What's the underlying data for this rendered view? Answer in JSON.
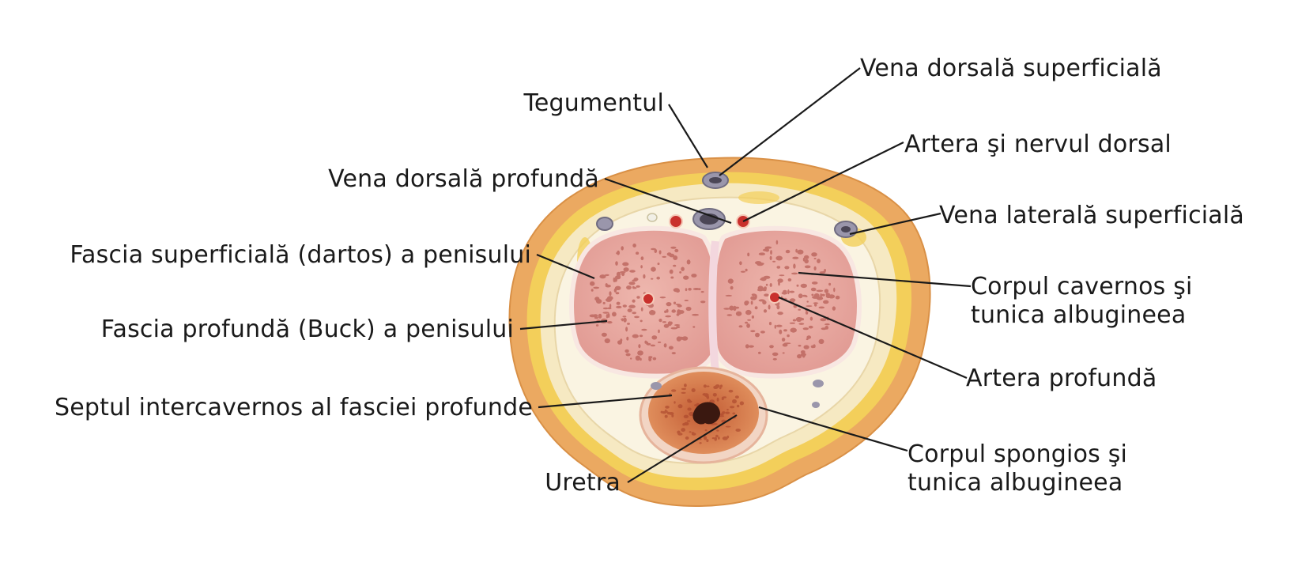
{
  "labels": {
    "vena_dorsala_superficiala": "Vena dorsală superficială",
    "tegumentul": "Tegumentul",
    "artera_nervul_dorsal": "Artera şi nervul dorsal",
    "vena_dorsala_profunda": "Vena dorsală profundă",
    "vena_laterala_superficiala": "Vena laterală superficială",
    "fascia_superficiala": "Fascia superficială (dartos) a penisului",
    "corpul_cavernos_1": "Corpul cavernos şi",
    "corpul_cavernos_2": "tunica albugineea",
    "fascia_profunda": "Fascia profundă (Buck) a penisului",
    "artera_profunda": "Artera profundă",
    "septul": "Septul intercavernos al fasciei profunde",
    "corpul_spongios_1": "Corpul spongios şi",
    "corpul_spongios_2": "tunica albugineea",
    "uretra": "Uretra"
  },
  "colors": {
    "skin": "#eba961",
    "subcutaneous_fat": "#f3cf5a",
    "fascia": "#f8f1dc",
    "tunica": "#f5dcd3",
    "cavernous_tissue": "#e9a8a1",
    "cavernous_sinus": "#b86058",
    "spongiosum": "#d77c52",
    "vein_wall": "#9a96ab",
    "vein_lumen": "#4b4656",
    "artery": "#c9302c",
    "leader_line": "#1a1a1a"
  }
}
